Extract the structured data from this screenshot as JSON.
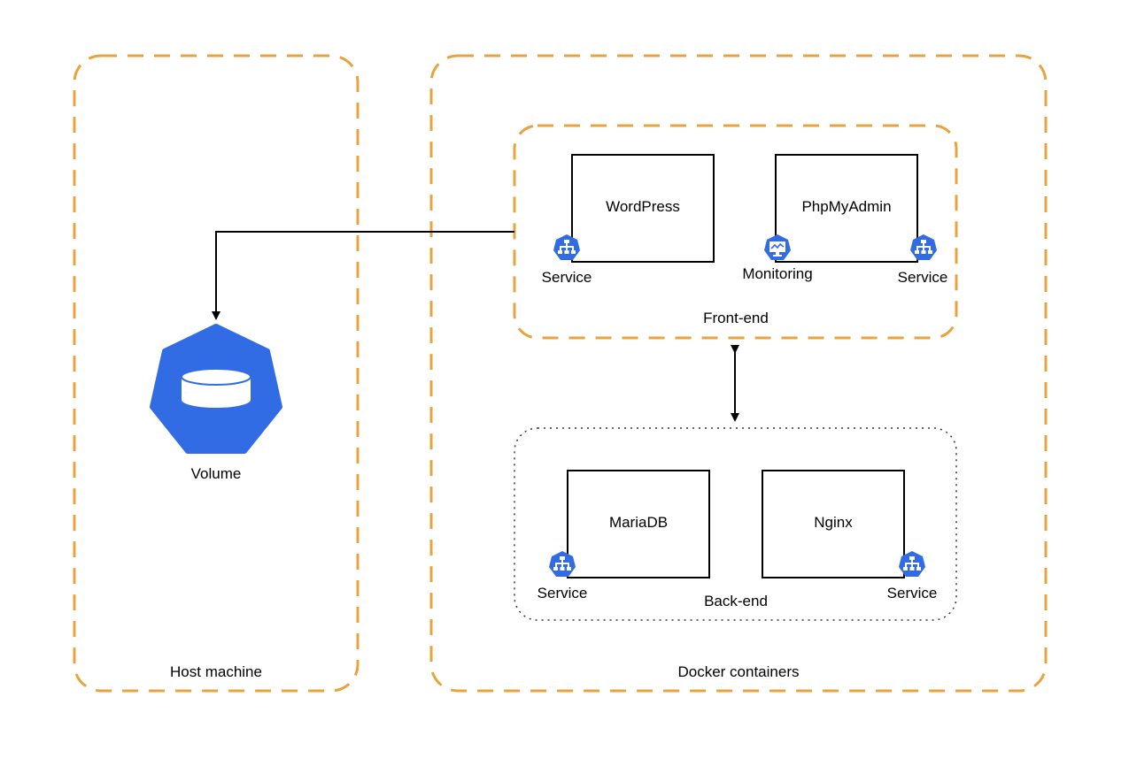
{
  "groups": {
    "host": "Host machine",
    "docker": "Docker containers",
    "frontend": "Front-end",
    "backend": "Back-end"
  },
  "volume": {
    "label": "Volume",
    "icon": "volume-icon"
  },
  "containers": {
    "wordpress": {
      "name": "WordPress",
      "badge": "Service"
    },
    "phpmyadmin": {
      "name": "PhpMyAdmin",
      "badge_left": "Monitoring",
      "badge_right": "Service"
    },
    "mariadb": {
      "name": "MariaDB",
      "badge": "Service"
    },
    "nginx": {
      "name": "Nginx",
      "badge": "Service"
    }
  },
  "colors": {
    "group_border": "#e8a33d",
    "k8s_blue": "#326ce5",
    "line": "#000000"
  }
}
